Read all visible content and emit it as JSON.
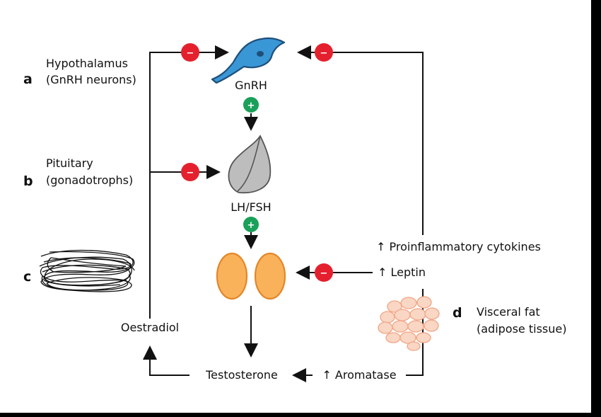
{
  "sections": {
    "a": {
      "letter": "a",
      "line1": "Hypothalamus",
      "line2": "(GnRH neurons)"
    },
    "b": {
      "letter": "b",
      "line1": "Pituitary",
      "line2": "(gonadotrophs)"
    },
    "c": {
      "letter": "c"
    },
    "d": {
      "letter": "d",
      "line1": "Visceral fat",
      "line2": "(adipose tissue)"
    }
  },
  "nodes": {
    "gnrh": "GnRH",
    "lhfsh": "LH/FSH",
    "testosterone": "Testosterone",
    "oestradiol": "Oestradiol",
    "aromatase": "↑ Aromatase",
    "leptin": "↑ Leptin",
    "cytokines": "↑ Proinflammatory cytokines"
  },
  "signs": {
    "minus": "−",
    "plus": "+"
  },
  "colors": {
    "inhibit": "#e5202e",
    "stimulate": "#1aa05a",
    "neuron": "#2f8fd1",
    "pituitary": "#b8b8b8",
    "testis": "#f9b25a",
    "fat": "#fad6c4"
  }
}
